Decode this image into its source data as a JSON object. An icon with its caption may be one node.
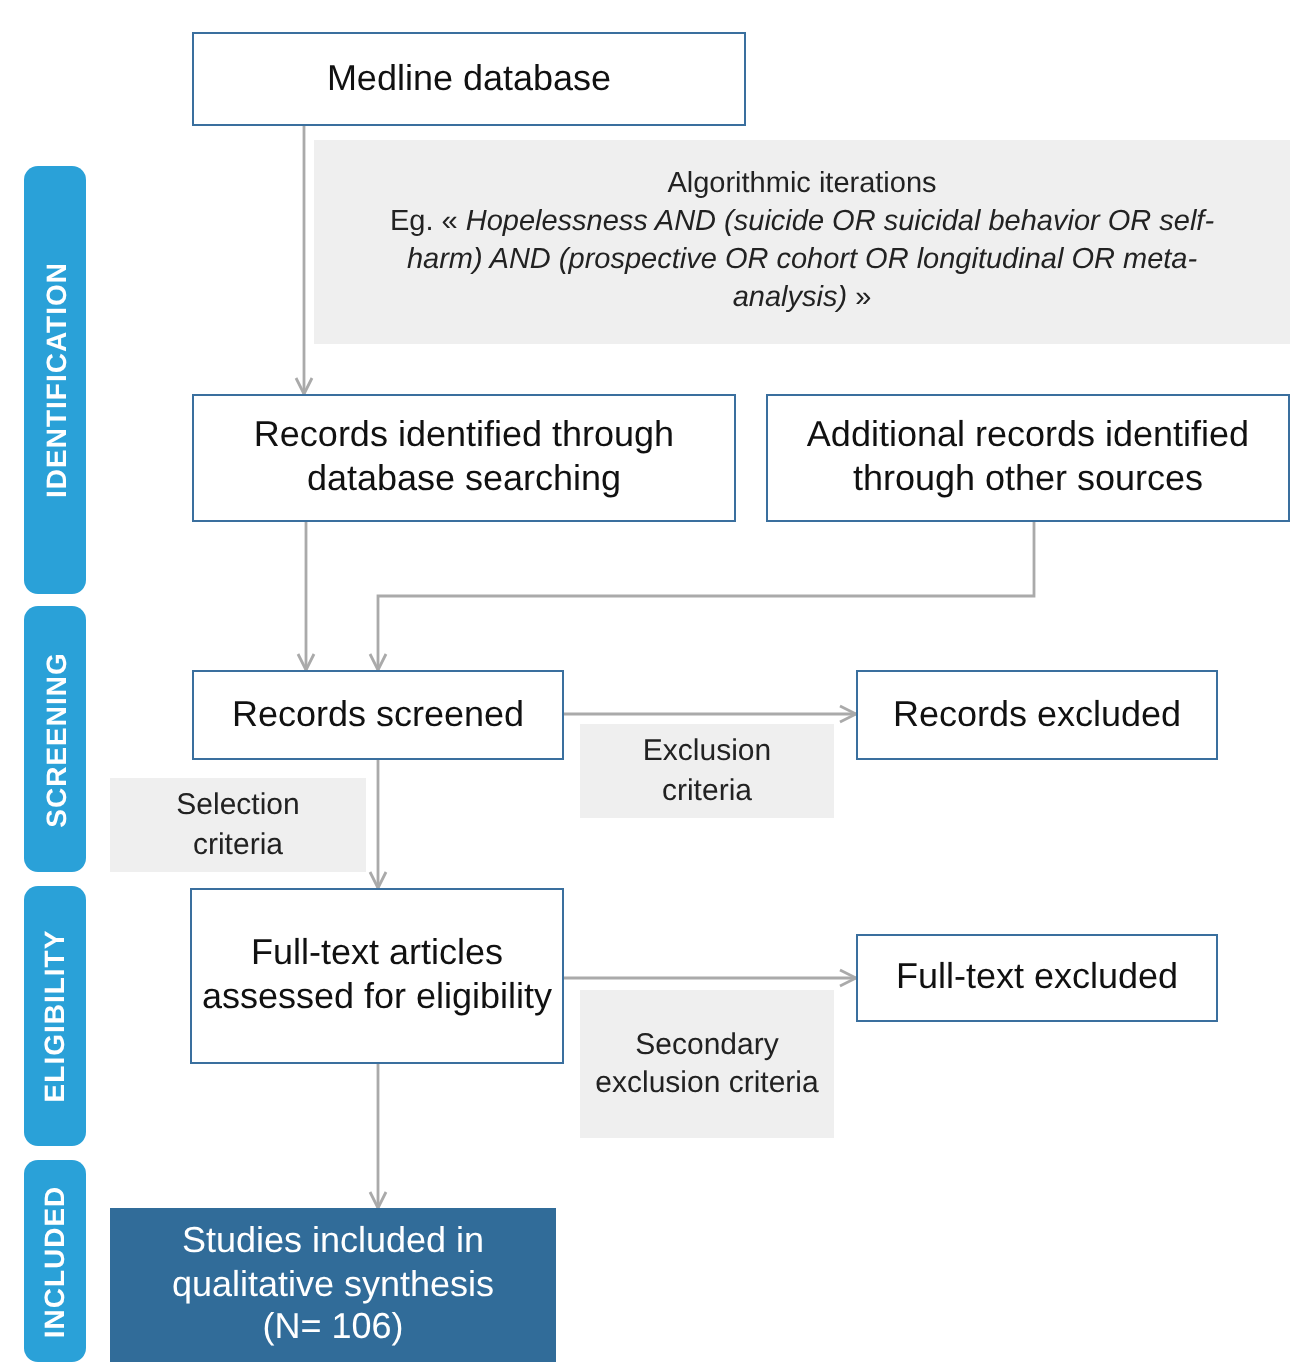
{
  "diagram": {
    "nodes": [
      {
        "text": [
          "IDENTIFICATION"
        ]
      },
      {
        "text": [
          "SCREENING"
        ]
      },
      {
        "text": [
          "ELIGIBILITY"
        ]
      },
      {
        "text": [
          "INCLUDED"
        ]
      },
      {
        "text": [
          "Medline database"
        ]
      },
      {
        "text": [
          "Algorithmic iterations",
          "Eg. « *Hopelessness AND (suicide OR suicidal behavior OR self-harm) AND (prospective OR cohort OR longitudinal OR meta-analysis)* »"
        ]
      },
      {
        "text": [
          "Records identified through database searching"
        ]
      },
      {
        "text": [
          "Additional records identified through other sources"
        ]
      },
      {
        "text": [
          "Records screened"
        ]
      },
      {
        "text": [
          "Records excluded"
        ]
      },
      {
        "text": [
          "Exclusion criteria"
        ]
      },
      {
        "text": [
          "Selection criteria"
        ]
      },
      {
        "text": [
          "Full-text articles assessed for eligibility"
        ]
      },
      {
        "text": [
          "Full-text excluded"
        ]
      },
      {
        "text": [
          "Secondary exclusion criteria"
        ]
      },
      {
        "text": [
          "Studies included in qualitative synthesis (N= 106)"
        ]
      }
    ],
    "edges": [
      {
        "from": 4,
        "to": 6,
        "arrow": "to"
      },
      {
        "from": 6,
        "to": 8,
        "arrow": "to"
      },
      {
        "from": 7,
        "to": 8,
        "arrow": "to"
      },
      {
        "from": 8,
        "to": 9,
        "arrow": "to"
      },
      {
        "from": 8,
        "to": 12,
        "arrow": "to"
      },
      {
        "from": 12,
        "to": 13,
        "arrow": "to"
      },
      {
        "from": 12,
        "to": 15,
        "arrow": "to"
      }
    ]
  }
}
